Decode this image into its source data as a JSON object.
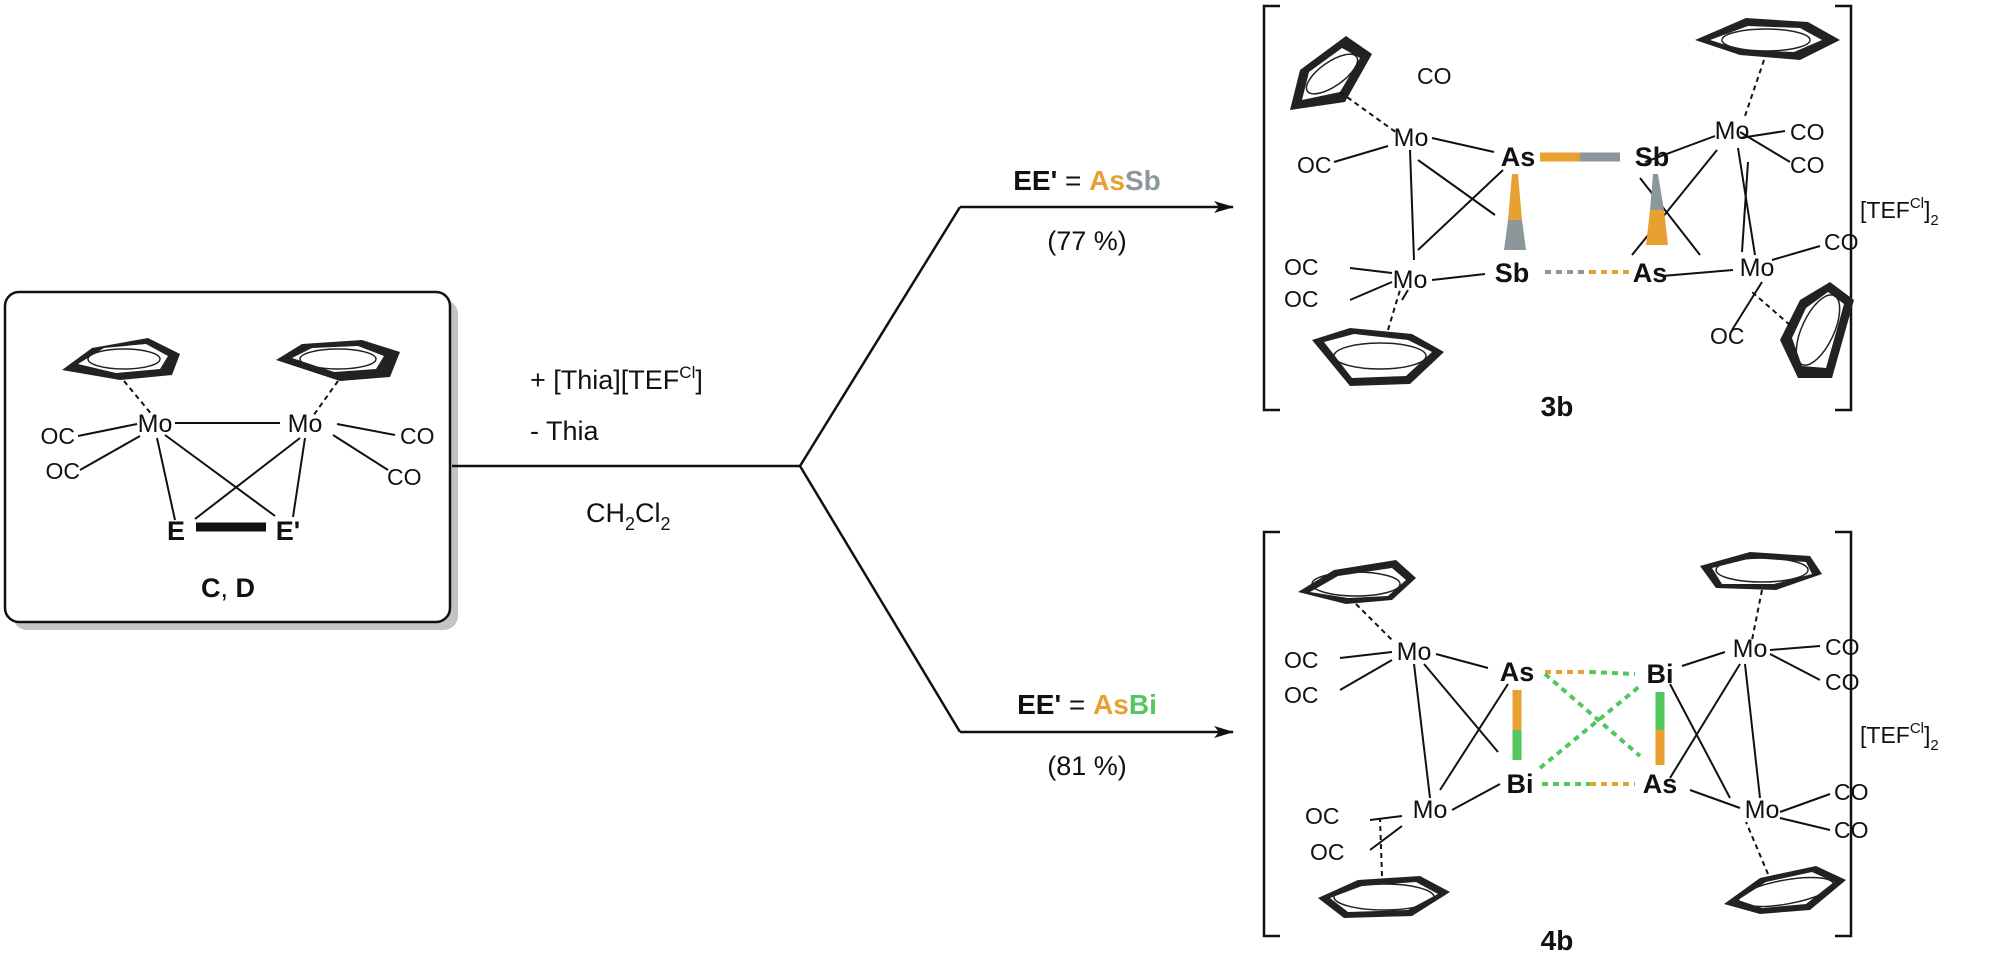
{
  "colors": {
    "arsenic": "#E8A030",
    "antimony": "#8C979B",
    "bismuth": "#52C75C",
    "ink": "#111111",
    "shadow": "#C4C4C4"
  },
  "start": {
    "ring_labels": [
      "Mo",
      "Mo"
    ],
    "co_left": [
      "OC",
      "OC"
    ],
    "co_right": [
      "CO",
      "CO"
    ],
    "e_label": "E",
    "eprime_label": "E'",
    "compound_c": "C",
    "separator": ", ",
    "compound_d": "D"
  },
  "conditions": {
    "reagent_prefix": "+ [Thia][TEF",
    "reagent_sup": "Cl",
    "reagent_suffix": "]",
    "byproduct": "-  Thia",
    "solvent_a": "CH",
    "solvent_sub1": "2",
    "solvent_b": "Cl",
    "solvent_sub2": "2"
  },
  "branch_top": {
    "ee_label": "EE'",
    "equals": " = ",
    "el1": "As",
    "el2": "Sb",
    "yield": "(77 %)"
  },
  "branch_bottom": {
    "ee_label": "EE'",
    "equals": " = ",
    "el1": "As",
    "el2": "Bi",
    "yield": "(81 %)"
  },
  "product_3b": {
    "label": "3b",
    "mo": [
      "Mo",
      "Mo",
      "Mo",
      "Mo"
    ],
    "as": "As",
    "sb": "Sb",
    "co": [
      "CO",
      "OC",
      "CO",
      "CO",
      "OC",
      "OC",
      "CO",
      "OC"
    ],
    "counterion_prefix": "[TEF",
    "counterion_sup": "Cl",
    "counterion_suffix": "]",
    "counterion_sub": "2"
  },
  "product_4b": {
    "label": "4b",
    "mo": [
      "Mo",
      "Mo",
      "Mo",
      "Mo"
    ],
    "as": "As",
    "bi": "Bi",
    "co": [
      "OC",
      "OC",
      "CO",
      "CO",
      "OC",
      "OC",
      "CO",
      "CO"
    ],
    "counterion_prefix": "[TEF",
    "counterion_sup": "Cl",
    "counterion_suffix": "]",
    "counterion_sub": "2"
  }
}
